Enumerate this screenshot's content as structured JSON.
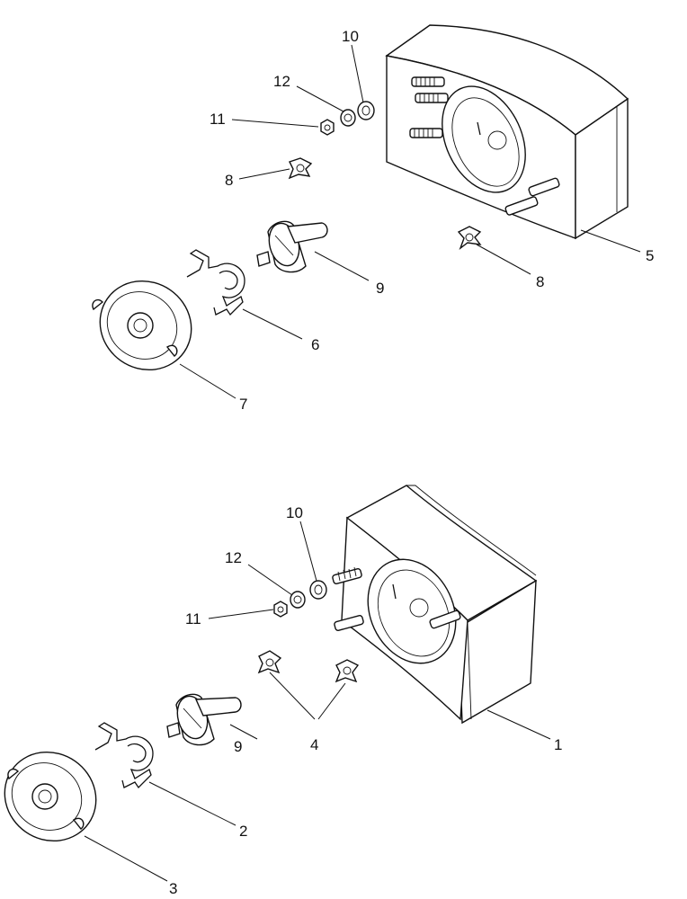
{
  "diagram": {
    "upper_assembly": {
      "callouts": {
        "c10": "10",
        "c12": "12",
        "c11": "11",
        "c8a": "8",
        "c8b": "8",
        "c9": "9",
        "c6": "6",
        "c7": "7",
        "c5": "5"
      }
    },
    "lower_assembly": {
      "callouts": {
        "c10": "10",
        "c12": "12",
        "c11": "11",
        "c4": "4",
        "c9": "9",
        "c2": "2",
        "c3": "3",
        "c1": "1"
      }
    }
  }
}
